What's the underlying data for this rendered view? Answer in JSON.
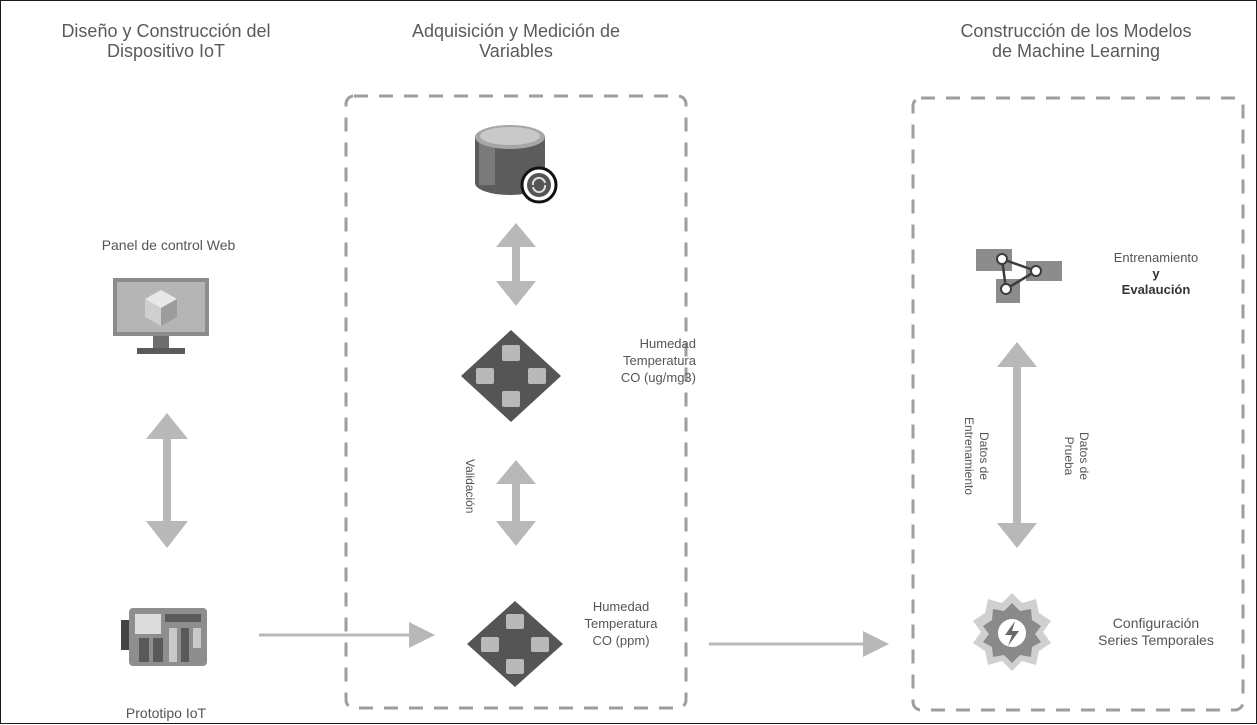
{
  "columns": {
    "iot": {
      "title_line1": "Diseño y Construcción del",
      "title_line2": "Dispositivo IoT"
    },
    "acquisition": {
      "title_line1": "Adquisición y Medición de",
      "title_line2": "Variables"
    },
    "ml": {
      "title_line1": "Construcción de los Modelos",
      "title_line2": "de Machine Learning"
    }
  },
  "nodes": {
    "web_panel": {
      "label": "Panel de control Web",
      "icon": "monitor-cube-icon"
    },
    "iot_prototype": {
      "label": "Prototipo IoT",
      "icon": "circuit-board-icon"
    },
    "database": {
      "icon": "database-sync-icon"
    },
    "validated_data": {
      "line1": "Humedad",
      "line2": "Temperatura",
      "line3": "CO (ug/mg3)",
      "icon": "diamond-nodes-icon"
    },
    "raw_data": {
      "line1": "Humedad",
      "line2": "Temperatura",
      "line3": "CO (ppm)",
      "icon": "diamond-nodes-icon"
    },
    "training": {
      "line1": "Entrenamiento",
      "line2": "y",
      "line3": "Evalaución",
      "icon": "ml-network-icon"
    },
    "timeseries": {
      "line1": "Configuración",
      "line2": "Series Temporales",
      "icon": "gear-lightning-icon"
    }
  },
  "edges": {
    "validation_label": "Validación",
    "training_data_line1": "Datos de",
    "training_data_line2": "Entrenamiento",
    "test_data_line1": "Datos de",
    "test_data_line2": "Prueba"
  },
  "colors": {
    "arrow": "#b8b8b8",
    "dashed_border": "#9e9e9e",
    "icon_dark": "#555555",
    "icon_mid": "#8c8c8c",
    "icon_light": "#c4c4c4"
  }
}
